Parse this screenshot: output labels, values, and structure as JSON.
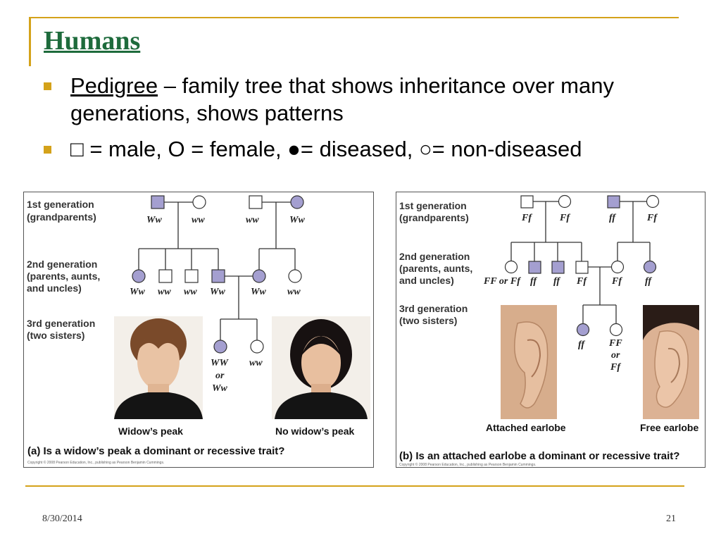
{
  "slide": {
    "title": "Humans",
    "bullets": [
      {
        "term": "Pedigree",
        "text": " – family tree that shows inheritance over many generations, shows patterns"
      },
      {
        "text": "□ = male, O = female, ●= diseased, ○= non-diseased"
      }
    ],
    "footer_date": "8/30/2014",
    "page_number": "21"
  },
  "figure_a": {
    "gen1": [
      "1st generation",
      "(grandparents)"
    ],
    "gen2": [
      "2nd generation",
      "(parents, aunts,",
      "and uncles)"
    ],
    "gen3": [
      "3rd generation",
      "(two sisters)"
    ],
    "gen1_genotypes": [
      "Ww",
      "ww",
      "ww",
      "Ww"
    ],
    "gen2_genotypes": [
      "Ww",
      "ww",
      "ww",
      "Ww",
      "Ww",
      "ww"
    ],
    "gen3_genotypes": [
      "WW",
      "or",
      "Ww",
      "ww"
    ],
    "photo_left_caption": "Widow’s peak",
    "photo_right_caption": "No widow’s peak",
    "question": "(a) Is a widow’s peak a dominant or recessive trait?",
    "credit": "Copyright © 2008 Pearson Education, Inc., publishing as Pearson Benjamin Cummings."
  },
  "figure_b": {
    "gen1": [
      "1st generation",
      "(grandparents)"
    ],
    "gen2": [
      "2nd generation",
      "(parents, aunts,",
      "and uncles)"
    ],
    "gen3": [
      "3rd generation",
      "(two sisters)"
    ],
    "gen1_genotypes": [
      "Ff",
      "Ff",
      "ff",
      "Ff"
    ],
    "gen2_genotypes": [
      "FF or Ff",
      "ff",
      "ff",
      "Ff",
      "Ff",
      "ff"
    ],
    "gen3_genotypes": [
      "ff",
      "FF",
      "or",
      "Ff"
    ],
    "photo_left_caption": "Attached earlobe",
    "photo_right_caption": "Free earlobe",
    "question": "(b) Is an attached earlobe a dominant or recessive trait?",
    "credit": "Copyright © 2008 Pearson Education, Inc., publishing as Pearson Benjamin Cummings."
  },
  "colors": {
    "accent": "#d4a21a",
    "title": "#1e6b3c",
    "affected": "#a49fd0"
  }
}
